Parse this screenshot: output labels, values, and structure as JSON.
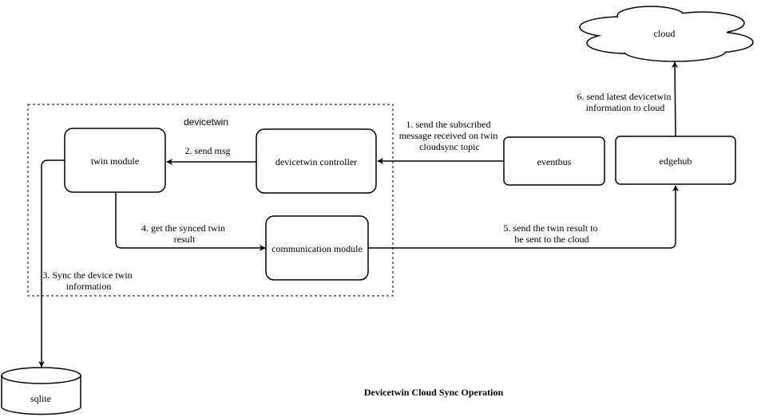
{
  "diagram": {
    "title": "Devicetwin Cloud Sync Operation",
    "group_label": "devicetwin",
    "nodes": {
      "twin_module": "twin module",
      "devicetwin_controller": "devicetwin controller",
      "communication_module": "communication module",
      "eventbus": "eventbus",
      "edgehub": "edgehub",
      "cloud": "cloud",
      "sqlite": "sqlite"
    },
    "edges": {
      "step1": [
        "1. send the subscribed",
        "message received on twin",
        "cloudsync topic"
      ],
      "step2": [
        "2. send msg"
      ],
      "step3": [
        "3. Sync the device twin",
        "information"
      ],
      "step4": [
        "4. get the synced twin",
        "result"
      ],
      "step5": [
        "5. send the twin result to",
        "be sent to the cloud"
      ],
      "step6": [
        "6. send latest devicetwin",
        "information to cloud"
      ]
    }
  }
}
